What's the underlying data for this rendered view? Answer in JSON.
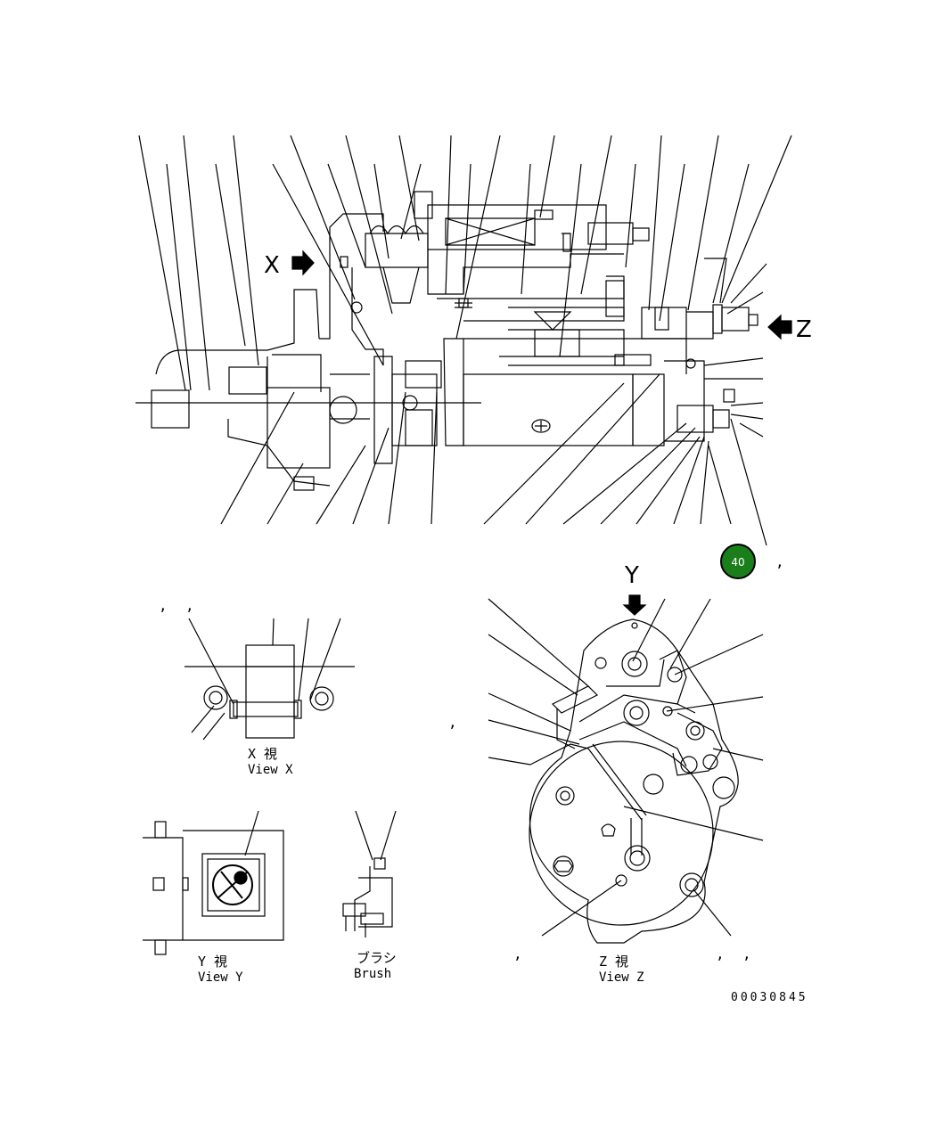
{
  "drawing": {
    "view_x_label": "X",
    "view_z_label": "Z",
    "view_y_label": "Y",
    "badge_value": "40",
    "figure_number": "00030845"
  },
  "captions": {
    "view_x_jp": "X 視",
    "view_x_en": "View X",
    "view_y_jp": "Y 視",
    "view_y_en": "View Y",
    "brush_jp": "ブラシ",
    "brush_en": "Brush",
    "view_z_jp": "Z 視",
    "view_z_en": "View Z"
  },
  "separators": {
    "comma": ","
  },
  "colors": {
    "badge_fill": "#1a7f1a",
    "badge_ring": "#000000",
    "line": "#000000"
  }
}
